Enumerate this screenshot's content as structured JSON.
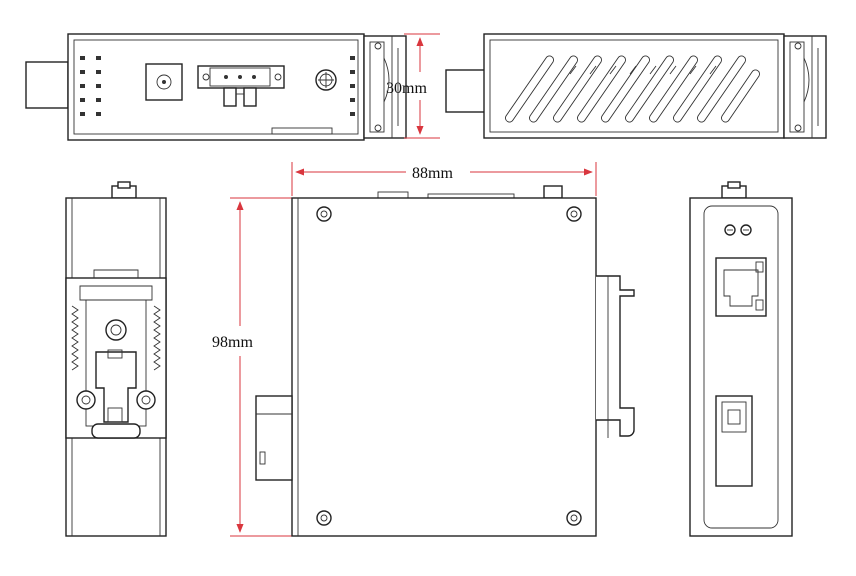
{
  "dimensions": {
    "depth": "30mm",
    "width": "88mm",
    "height": "98mm"
  }
}
